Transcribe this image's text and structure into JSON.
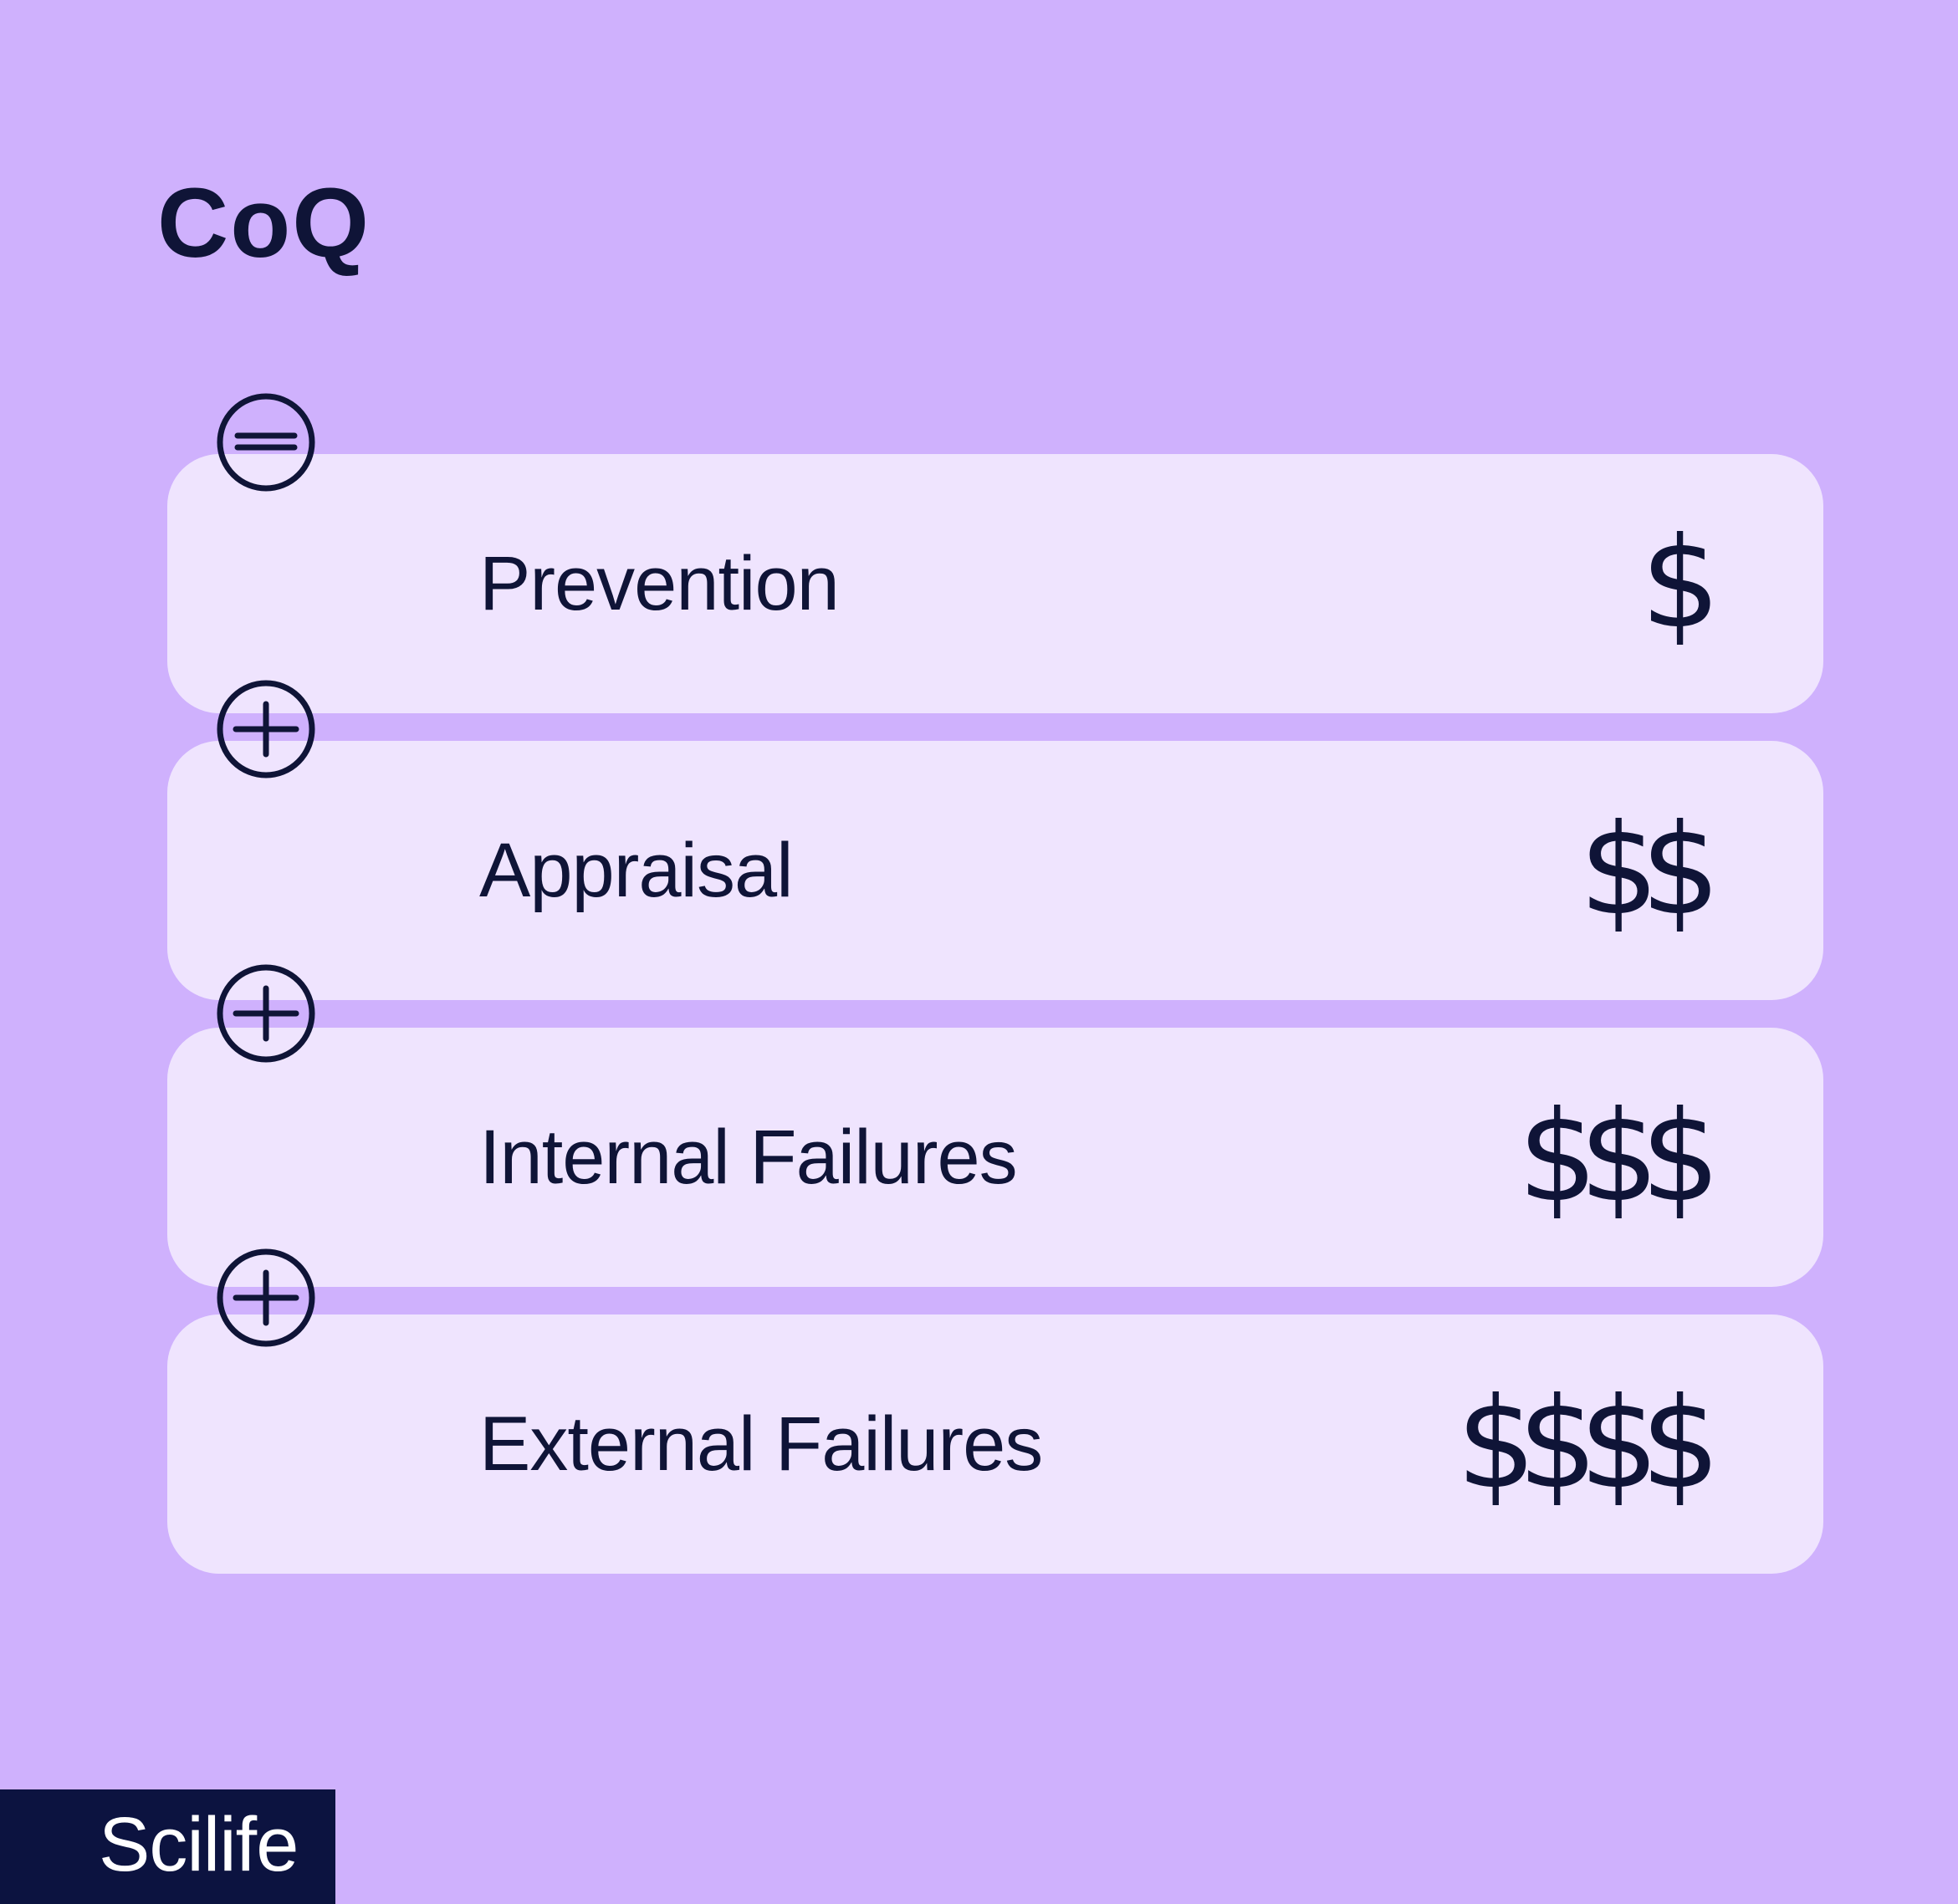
{
  "title": "CoQ",
  "rows": [
    {
      "label": "Prevention",
      "cost": "$",
      "operator": "minus-circle-icon"
    },
    {
      "label": "Appraisal",
      "cost": "$$",
      "operator": "plus-circle-icon"
    },
    {
      "label": "Internal Failures",
      "cost": "$$$",
      "operator": "plus-circle-icon"
    },
    {
      "label": "External Failures",
      "cost": "$$$$",
      "operator": "plus-circle-icon"
    }
  ],
  "brand": "Scilife",
  "colors": {
    "background": "#cfb1fd",
    "card": "#efe4fe",
    "ink": "#0f1437",
    "brand_bg": "#0c1340"
  }
}
